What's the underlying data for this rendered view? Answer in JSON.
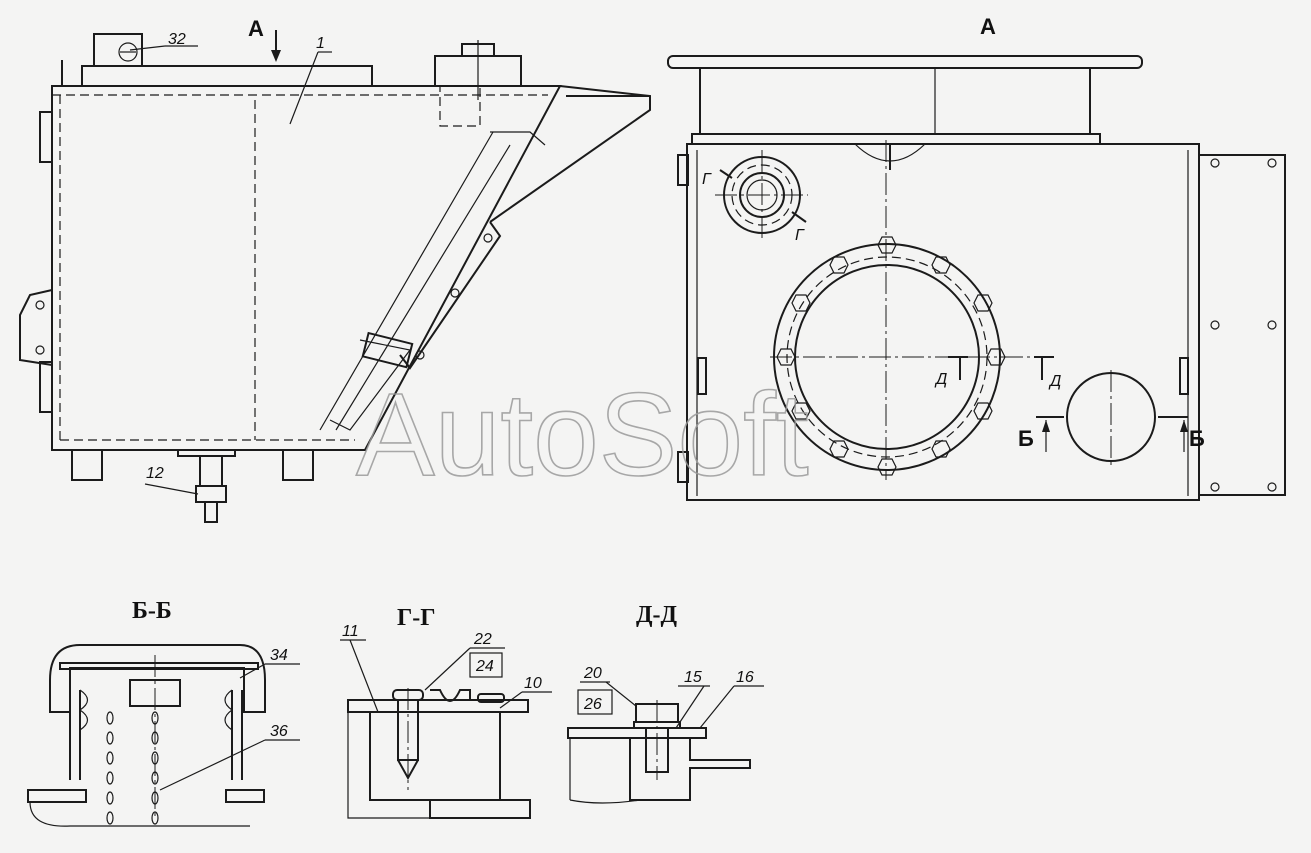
{
  "views": {
    "main_arrow": "А",
    "view_a": "А"
  },
  "callouts": {
    "c1": "1",
    "c12": "12",
    "c32": "32",
    "c11": "11",
    "c22": "22",
    "c24": "24",
    "c10": "10",
    "c20": "20",
    "c26": "26",
    "c15": "15",
    "c16": "16",
    "c34": "34",
    "c36": "36"
  },
  "section_marks": {
    "g_left": "Г",
    "g_right": "Г",
    "d_left": "Д",
    "d_right": "Д",
    "b_left": "Б",
    "b_right": "Б"
  },
  "sections": {
    "bb": "Б-Б",
    "gg": "Г-Г",
    "dd": "Д-Д"
  },
  "watermark": "AutoSoft"
}
